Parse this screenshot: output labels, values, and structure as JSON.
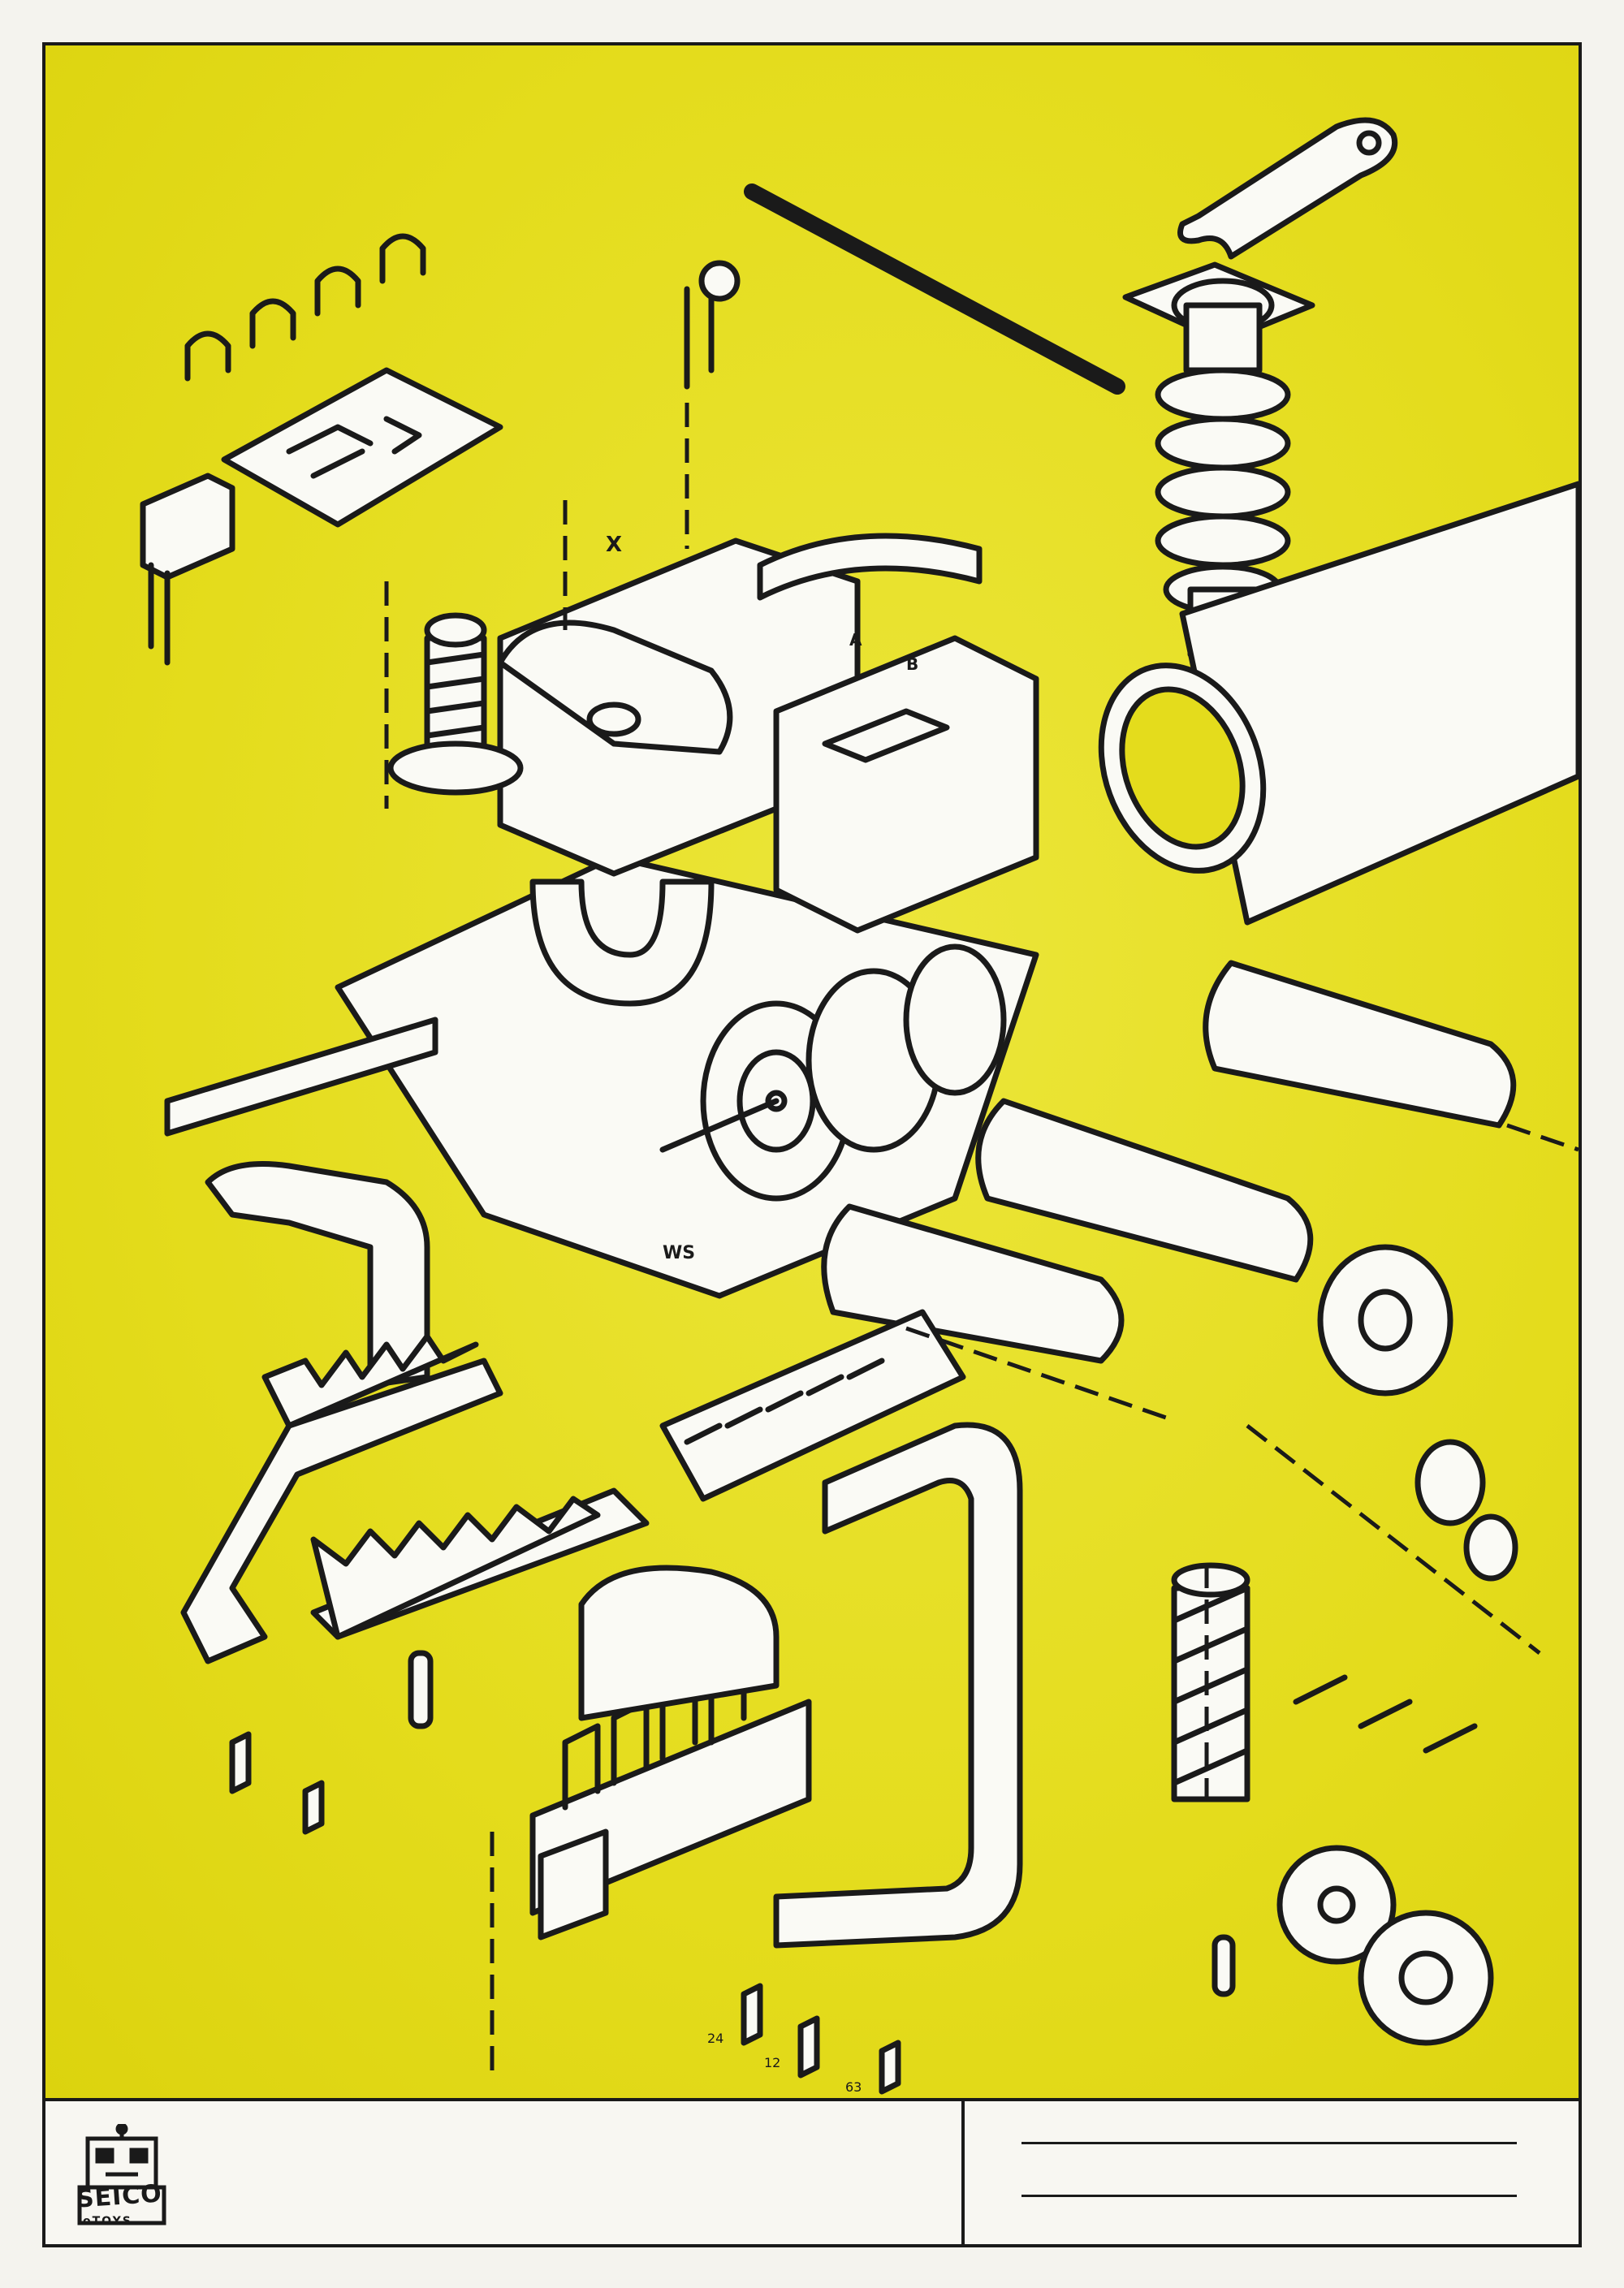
{
  "poster": {
    "background_color": "#e4dc1c",
    "ink_color": "#1a1a1a",
    "part_fill": "#fafaf5"
  },
  "labels": {
    "ws": "WS",
    "a": "A",
    "b": "B",
    "axis_x": "X",
    "bolt_1": "24",
    "bolt_2": "12",
    "bolt_3": "63"
  },
  "title_block": {
    "logo_text": "SEICO",
    "logo_subtext": "oTOYS",
    "write_lines": 2
  }
}
